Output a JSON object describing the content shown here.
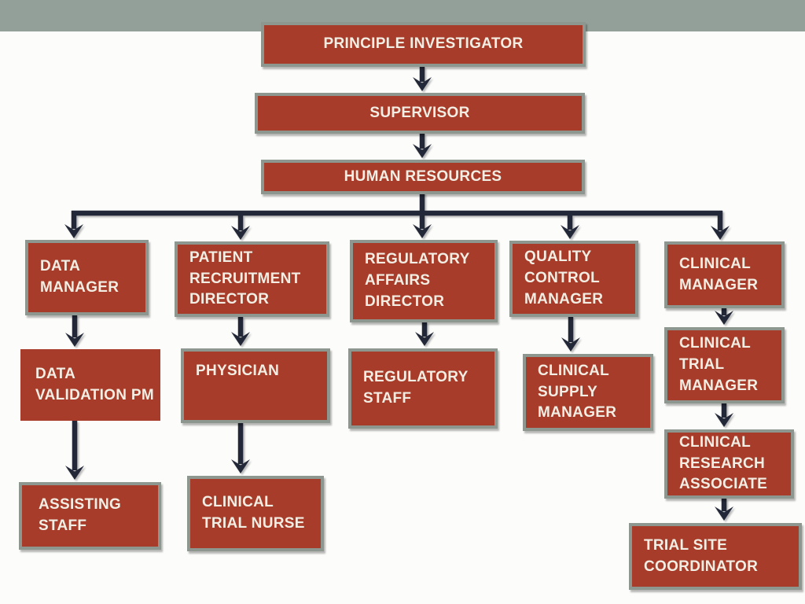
{
  "colors": {
    "band": "#93A09A",
    "background": "#FCFCFA",
    "node_fill": "#A63C29",
    "node_border": "#8D978F",
    "node_text": "#F3EEE4",
    "arrow": "#232838"
  },
  "org_chart": {
    "nodes": {
      "principle_investigator": "PRINCIPLE INVESTIGATOR",
      "supervisor": "SUPERVISOR",
      "human_resources": "HUMAN RESOURCES",
      "data_manager": "DATA MANAGER",
      "data_validation_pm": "DATA VALIDATION PM",
      "assisting_staff": "ASSISTING STAFF",
      "patient_recruitment_director": "PATIENT RECRUITMENT DIRECTOR",
      "physician": "PHYSICIAN",
      "clinical_trial_nurse": "CLINICAL TRIAL NURSE",
      "regulatory_affairs_director": "REGULATORY AFFAIRS DIRECTOR",
      "regulatory_staff": "REGULATORY STAFF",
      "quality_control_manager": "QUALITY CONTROL MANAGER",
      "clinical_supply_manager": "CLINICAL SUPPLY MANAGER",
      "clinical_manager": "CLINICAL MANAGER",
      "clinical_trial_manager": "CLINICAL TRIAL MANAGER",
      "clinical_research_associate": "CLINICAL RESEARCH ASSOCIATE",
      "trial_site_coordinator": "TRIAL SITE COORDINATOR"
    },
    "edges": [
      [
        "principle_investigator",
        "supervisor"
      ],
      [
        "supervisor",
        "human_resources"
      ],
      [
        "human_resources",
        "data_manager"
      ],
      [
        "human_resources",
        "patient_recruitment_director"
      ],
      [
        "human_resources",
        "regulatory_affairs_director"
      ],
      [
        "human_resources",
        "quality_control_manager"
      ],
      [
        "human_resources",
        "clinical_manager"
      ],
      [
        "data_manager",
        "data_validation_pm"
      ],
      [
        "data_validation_pm",
        "assisting_staff"
      ],
      [
        "patient_recruitment_director",
        "physician"
      ],
      [
        "physician",
        "clinical_trial_nurse"
      ],
      [
        "regulatory_affairs_director",
        "regulatory_staff"
      ],
      [
        "quality_control_manager",
        "clinical_supply_manager"
      ],
      [
        "clinical_manager",
        "clinical_trial_manager"
      ],
      [
        "clinical_trial_manager",
        "clinical_research_associate"
      ],
      [
        "clinical_research_associate",
        "trial_site_coordinator"
      ]
    ]
  }
}
